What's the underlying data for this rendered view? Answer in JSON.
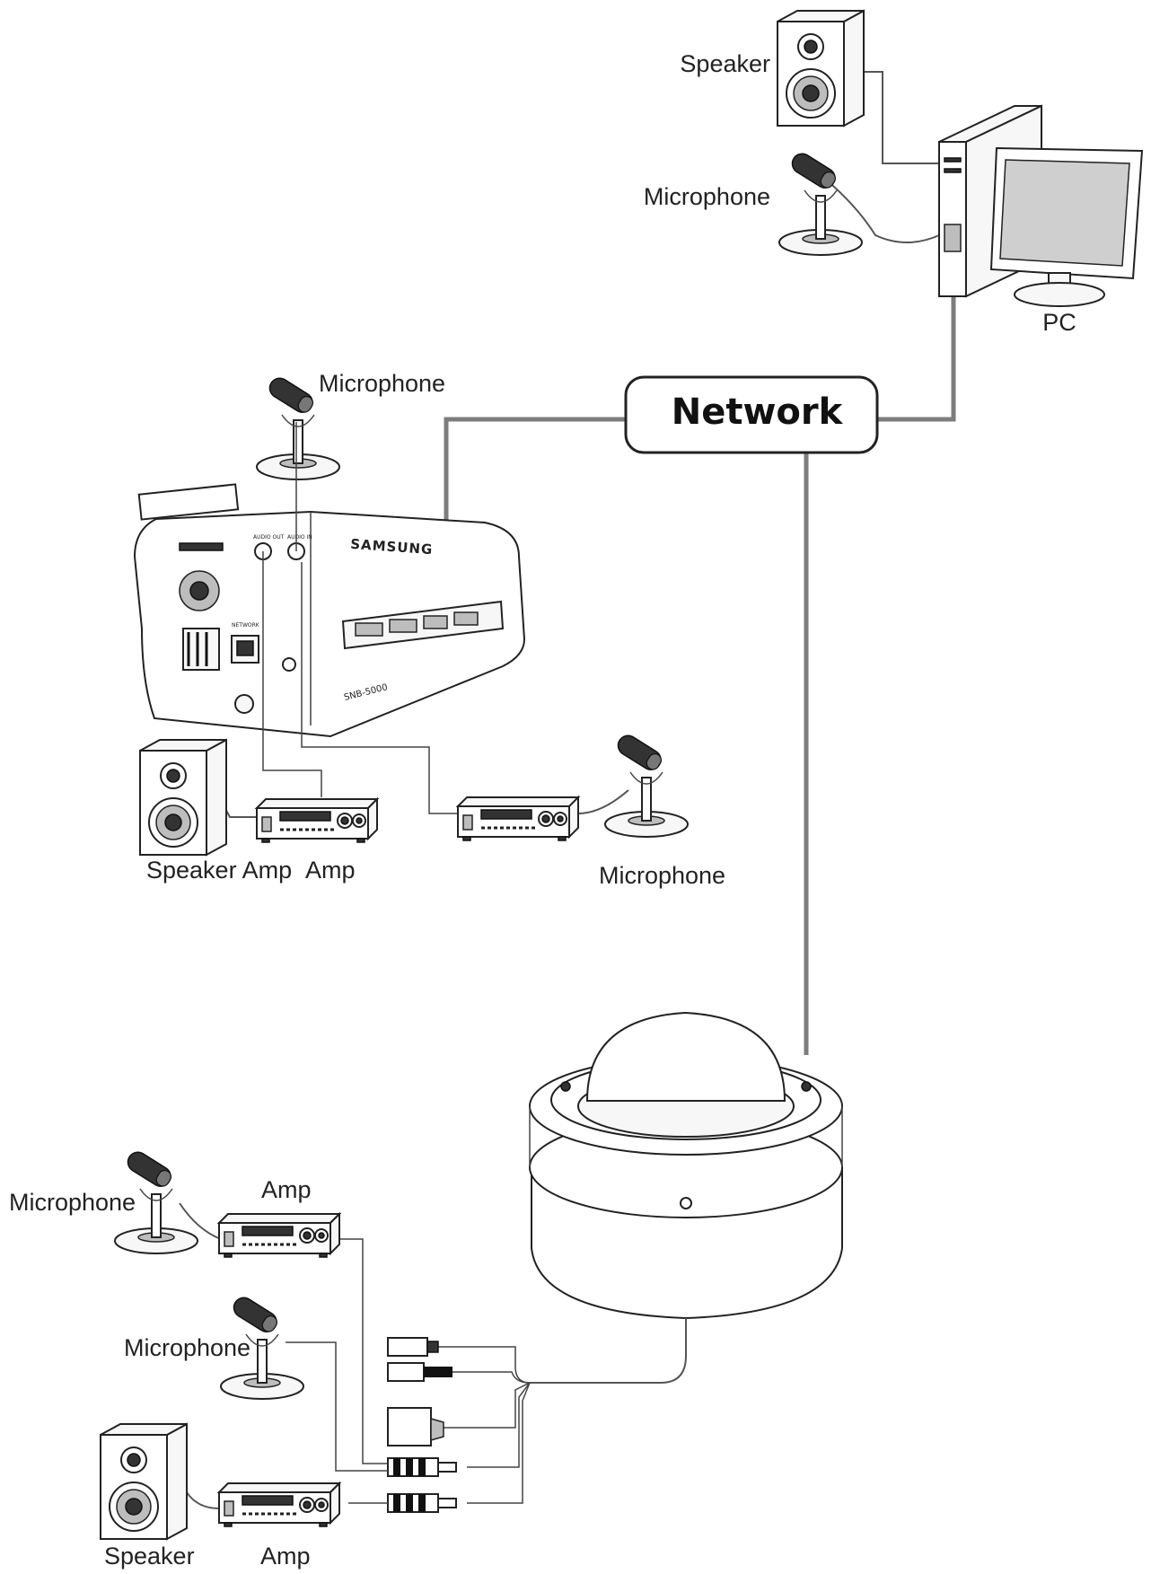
{
  "network": {
    "label": "Network"
  },
  "pc": {
    "label": "PC"
  },
  "pc_speaker": {
    "label": "Speaker"
  },
  "pc_microphone": {
    "label": "Microphone"
  },
  "box_camera": {
    "brand": "SAMSUNG",
    "model": "SNB-5000",
    "audio_out_label": "AUDIO OUT",
    "audio_in_label": "AUDIO IN",
    "network_port_label": "NETWORK",
    "mic_label": "Microphone"
  },
  "box_camera_outputs": {
    "speaker_amp_label": "Speaker Amp",
    "amp_label": "Amp",
    "microphone_label": "Microphone"
  },
  "dome_camera_io": {
    "mic1_label": "Microphone",
    "amp1_label": "Amp",
    "mic2_label": "Microphone",
    "speaker_label": "Speaker",
    "amp2_label": "Amp"
  }
}
